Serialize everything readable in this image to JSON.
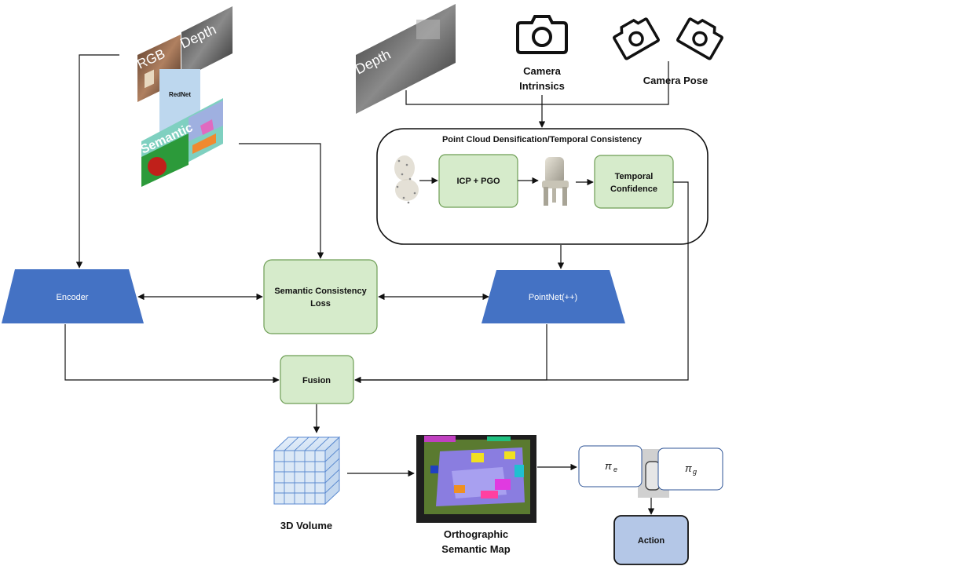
{
  "inputs": {
    "rgb_label": "RGB",
    "depth_label": "Depth",
    "rednet_label": "RedNet",
    "semantic_label": "Semantic",
    "depth2_label": "Depth",
    "camera_intrinsics_line1": "Camera",
    "camera_intrinsics_line2": "Intrinsics",
    "camera_pose_label": "Camera Pose"
  },
  "densification": {
    "title": "Point Cloud Densification/Temporal Consistency",
    "icp_label": "ICP + PGO",
    "temporal_line1": "Temporal",
    "temporal_line2": "Confidence"
  },
  "nodes": {
    "encoder_label": "Encoder",
    "loss_line1": "Semantic Consistency",
    "loss_line2": "Loss",
    "pointnet_label": "PointNet(++)",
    "fusion_label": "Fusion",
    "volume_label": "3D Volume",
    "map_line1": "Orthographic",
    "map_line2": "Semantic Map",
    "pi_e_symbol": "π",
    "pi_e_sub": "e",
    "pi_g_symbol": "π",
    "pi_g_sub": "g",
    "action_label": "Action"
  },
  "colors": {
    "blue_shape": "#4472c4",
    "green_box": "#d6ebcb",
    "green_border": "#6e9e55",
    "action_fill": "#b4c7e7",
    "rednet_fill": "#bdd7ee"
  }
}
